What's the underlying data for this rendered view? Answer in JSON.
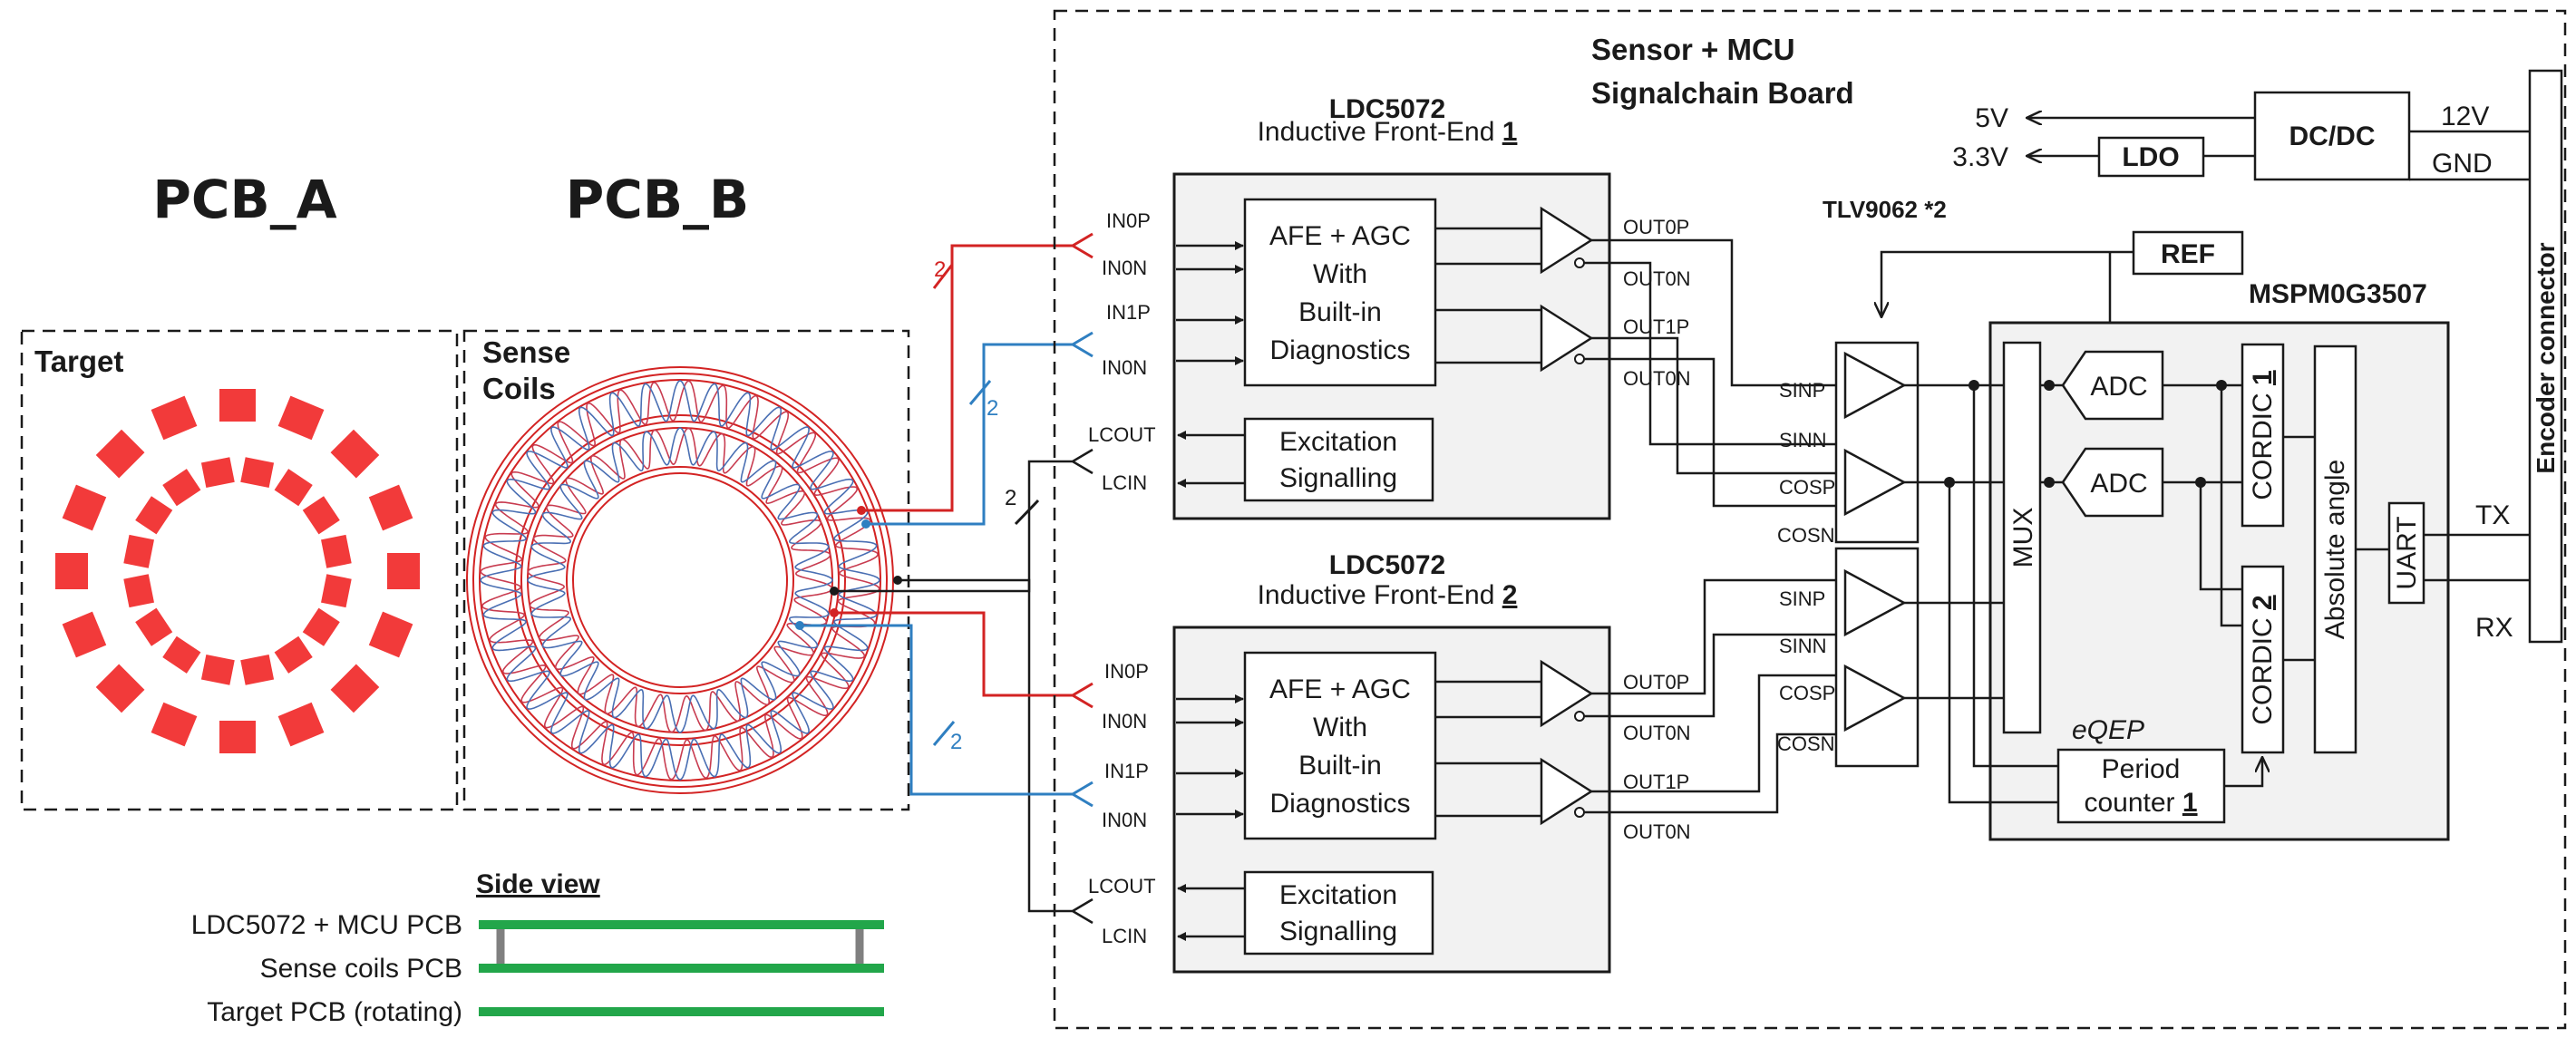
{
  "pcb_a": {
    "title": "PCB_A",
    "panel_label": "Target"
  },
  "pcb_b": {
    "title": "PCB_B",
    "panel_label_line1": "Sense",
    "panel_label_line2": "Coils"
  },
  "board": {
    "title_line1": "Sensor + MCU",
    "title_line2": "Signalchain Board"
  },
  "ldc1": {
    "name": "LDC5072",
    "subtitle": "Inductive Front-End ",
    "index": "1",
    "pins_left": [
      "IN0P",
      "IN0N",
      "IN1P",
      "IN0N",
      "LCOUT",
      "LCIN"
    ],
    "pins_right": [
      "OUT0P",
      "OUT0N",
      "OUT1P",
      "OUT0N"
    ]
  },
  "ldc2": {
    "name": "LDC5072",
    "subtitle": "Inductive Front-End ",
    "index": "2",
    "pins_left": [
      "IN0P",
      "IN0N",
      "IN1P",
      "IN0N",
      "LCOUT",
      "LCIN"
    ],
    "pins_right": [
      "OUT0P",
      "OUT0N",
      "OUT1P",
      "OUT0N"
    ]
  },
  "afe": {
    "line1": "AFE + AGC",
    "line2": "With",
    "line3": "Built-in",
    "line4": "Diagnostics"
  },
  "excitation": {
    "line1": "Excitation",
    "line2": "Signalling"
  },
  "opamp": {
    "label": "TLV9062 *2",
    "pins_top": [
      "SINP",
      "SINN",
      "COSP",
      "COSN"
    ],
    "pins_bottom": [
      "SINP",
      "SINN",
      "COSP",
      "COSN"
    ]
  },
  "ref": "REF",
  "mcu": {
    "name": "MSPM0G3507",
    "mux": "MUX",
    "adc1": "ADC",
    "adc2": "ADC",
    "cordic_label": "CORDIC ",
    "cordic1_index": "1",
    "cordic2_index": "2",
    "absolute": "Absolute angle",
    "uart": "UART",
    "eqep": "eQEP",
    "period_line1": "Period",
    "period_line2": "counter ",
    "period_index": "1"
  },
  "power": {
    "v5": "5V",
    "v33": "3.3V",
    "ldo": "LDO",
    "dcdc": "DC/DC",
    "v12": "12V",
    "gnd": "GND"
  },
  "encoder": "Encoder connector",
  "io": {
    "tx": "TX",
    "rx": "RX"
  },
  "bus_count": "2",
  "side_view": {
    "title": "Side view",
    "layer1": "LDC5072 + MCU PCB",
    "layer2": "Sense coils PCB",
    "layer3": "Target PCB (rotating)"
  },
  "colors": {
    "target_red": "#f23a3a",
    "coil_red": "#d32323",
    "coil_blue": "#2f7fc1",
    "pcb_green": "#22a64a",
    "block_fill": "#f2f2f2"
  }
}
